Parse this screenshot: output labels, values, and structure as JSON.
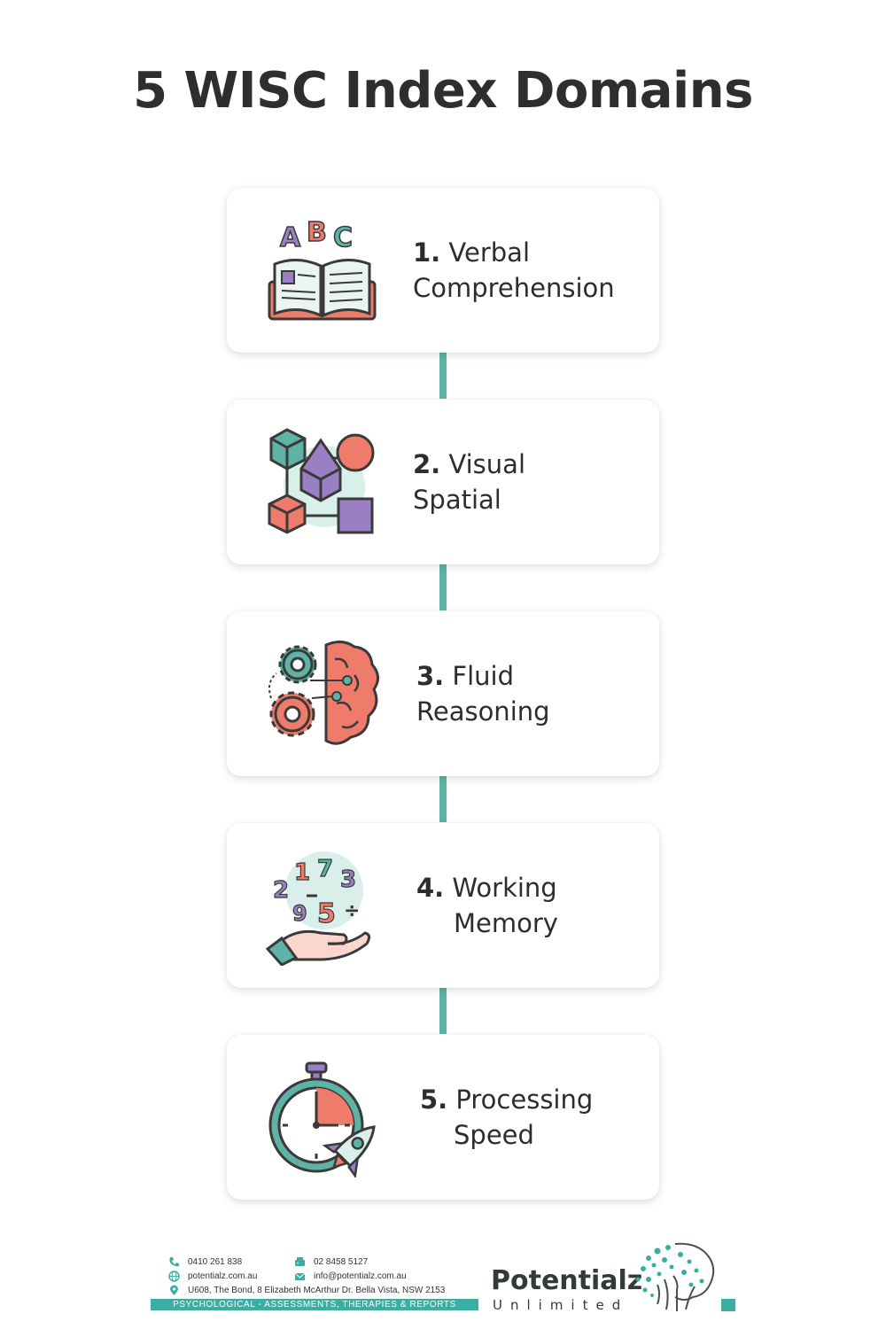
{
  "title": "5 WISC Index Domains",
  "colors": {
    "teal": "#5fb3a6",
    "coral": "#ef7b6a",
    "purple": "#9b7fc4",
    "outline": "#3a3a3a"
  },
  "domains": [
    {
      "number": "1.",
      "line1": "Verbal",
      "line2": "Comprehension",
      "icon": "open-book-abc-icon"
    },
    {
      "number": "2.",
      "line1": "Visual",
      "line2": "Spatial",
      "icon": "shapes-icon"
    },
    {
      "number": "3.",
      "line1": "Fluid",
      "line2": "Reasoning",
      "icon": "gears-brain-icon"
    },
    {
      "number": "4.",
      "line1": "Working",
      "line2": "Memory",
      "icon": "hand-numbers-icon"
    },
    {
      "number": "5.",
      "line1": "Processing",
      "line2": "Speed",
      "icon": "stopwatch-rocket-icon"
    }
  ],
  "footer": {
    "phone": "0410  261 838",
    "fax": "02 8458 5127",
    "website": "potentialz.com.au",
    "email": "info@potentialz.com.au",
    "address": "U608, The Bond, 8 Elizabeth McArthur Dr. Bella Vista, NSW 2153",
    "tagline": "PSYCHOLOGICAL - ASSESSMENTS, THERAPIES & REPORTS",
    "brand": "Potentialz",
    "brand_sub": "Unlimited"
  }
}
